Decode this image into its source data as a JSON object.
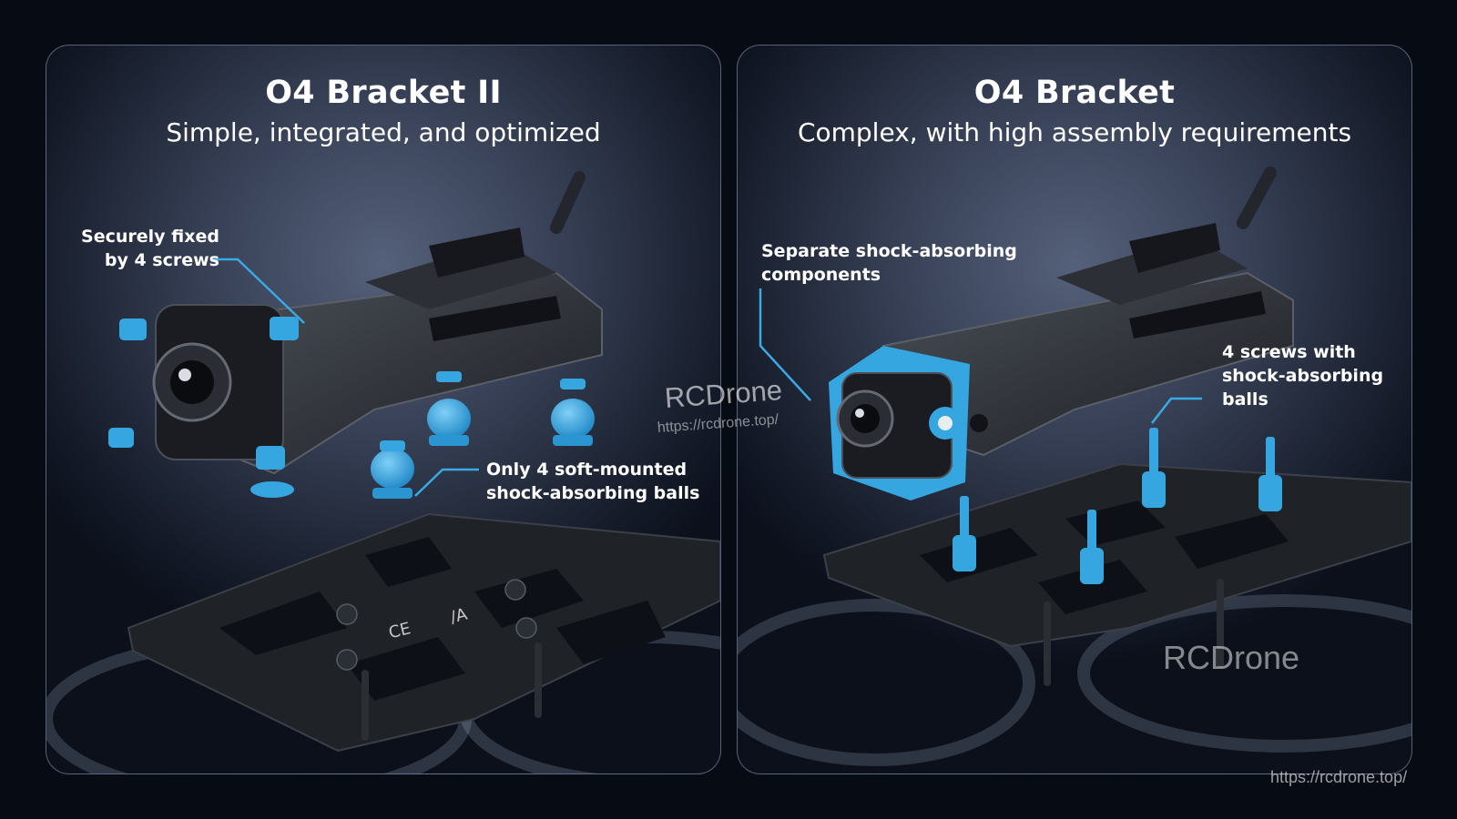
{
  "left_panel": {
    "title": "O4 Bracket II",
    "subtitle": "Simple, integrated, and optimized",
    "callouts": {
      "screws": [
        "Securely fixed",
        "by 4 screws"
      ],
      "balls": [
        "Only 4 soft-mounted",
        "shock-absorbing balls"
      ]
    },
    "frame_marks": [
      "CE",
      "/A"
    ]
  },
  "right_panel": {
    "title": "O4 Bracket",
    "subtitle": "Complex, with high assembly requirements",
    "callouts": {
      "components": [
        "Separate shock-absorbing",
        "components"
      ],
      "screws": [
        "4 screws with",
        "shock-absorbing",
        "balls"
      ]
    },
    "watermark_brand": "RCDrone"
  },
  "watermarks": {
    "center_brand": "RCDrone",
    "center_url": "https://rcdrone.top/",
    "corner_url": "https://rcdrone.top/"
  },
  "colors": {
    "background": "#070b14",
    "accent_blue": "#35a6e0",
    "callout_line": "#3aa9e4",
    "text": "#ffffff"
  }
}
